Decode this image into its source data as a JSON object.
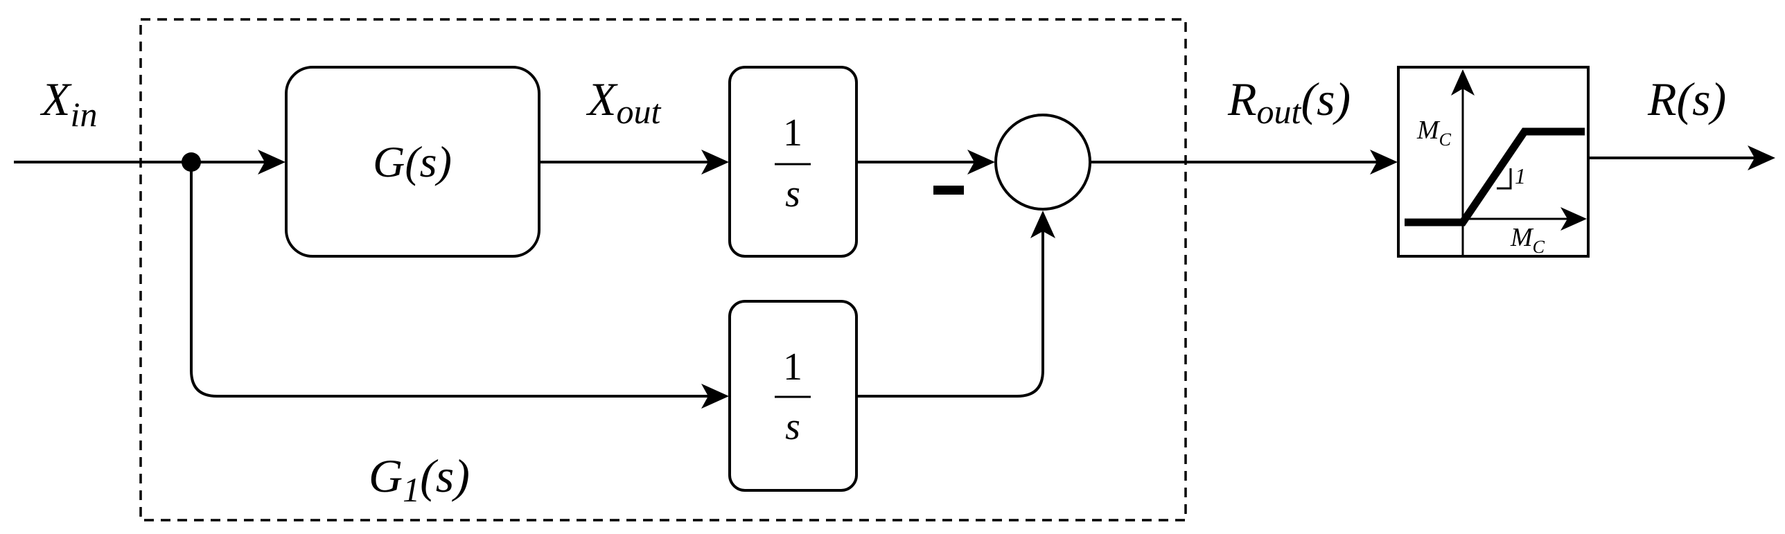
{
  "signals": {
    "input_base": "X",
    "input_sub": "in",
    "gs_output_base": "X",
    "gs_output_sub": "out",
    "rout_base": "R",
    "rout_sub": "out",
    "rout_suffix": "(s)",
    "output": "R(s)"
  },
  "blocks": {
    "plant": "G(s)",
    "integrator_top_numerator": "1",
    "integrator_top_denominator": "s",
    "integrator_bottom_numerator": "1",
    "integrator_bottom_denominator": "s",
    "group_base": "G",
    "group_sub": "1",
    "group_suffix": "(s)"
  },
  "summing_junction": {
    "minus_sign": "−"
  },
  "saturation": {
    "y_label_base": "M",
    "y_label_sub": "C",
    "x_label_base": "M",
    "x_label_sub": "C",
    "slope_label": "1"
  }
}
